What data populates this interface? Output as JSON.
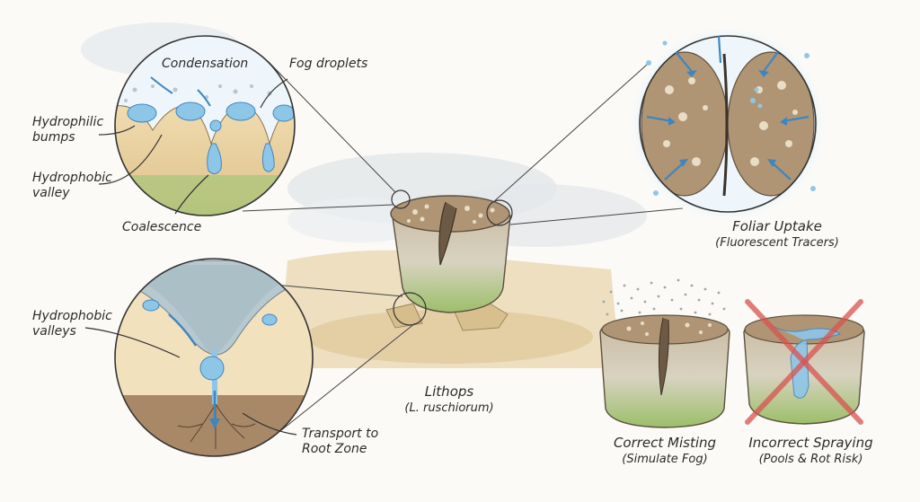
{
  "labels": {
    "condensation": "Condensation",
    "fog_droplets": "Fog droplets",
    "hydrophilic_line1": "Hydrophilic",
    "hydrophilic_line2": "bumps",
    "hydrophobic_line1": "Hydrophobic",
    "hydrophobic_line2": "valley",
    "coalescence": "Coalescence",
    "valleys_line1": "Hydrophobic",
    "valleys_line2": "valleys",
    "transport_line1": "Transport to",
    "transport_line2": "Root Zone",
    "lithops_name": "Lithops",
    "lithops_species": "(L. ruschiorum)",
    "foliar_line1": "Foliar Uptake",
    "foliar_line2": "(Fluorescent Tracers)",
    "correct_line1": "Correct Misting",
    "correct_line2": "(Simulate Fog)",
    "incorrect_line1": "Incorrect Spraying",
    "incorrect_line2": "(Pools & Rot Risk)"
  },
  "colors": {
    "ink": "#2b2b2b",
    "water": "#8ec6e8",
    "water_dark": "#3f86bf",
    "plant_top": "#a58868",
    "plant_green": "#9cbf6a",
    "sand": "#d8c29a",
    "cross_red": "#d9534f"
  }
}
